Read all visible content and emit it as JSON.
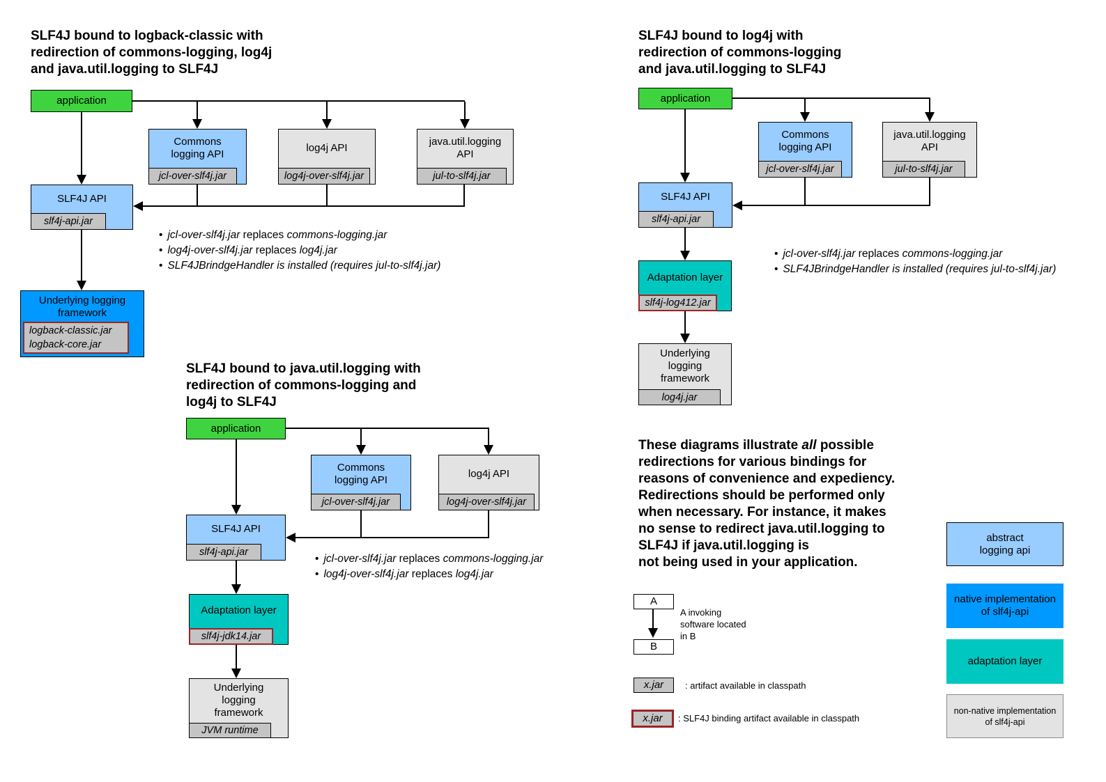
{
  "glyphs": {
    "bullet": "•"
  },
  "colors": {
    "application_green": "#3fd43f",
    "abstract_api_blue": "#99ccff",
    "native_impl_blue": "#0099ff",
    "adaptation_teal": "#00c8c0",
    "framework_gray": "#e3e3e3",
    "jar_gray": "#c4c4c4",
    "binding_border_red": "#9b2423"
  },
  "d1": {
    "title": "SLF4J bound to logback-classic with\nredirection of commons-logging, log4j\nand java.util.logging to SLF4J",
    "application": "application",
    "commons_label": "Commons\nlogging API",
    "commons_jar": "jcl-over-slf4j.jar",
    "log4j_label": "log4j API",
    "log4j_jar": "log4j-over-slf4j.jar",
    "jul_label": "java.util.logging\nAPI",
    "jul_jar": "jul-to-slf4j.jar",
    "slf4j_label": "SLF4J API",
    "slf4j_jar": "slf4j-api.jar",
    "underlying_label": "Underlying logging\nframework",
    "underlying_jar": "logback-classic.jar\nlogback-core.jar",
    "bullets": [
      {
        "a": "jcl-over-slf4j.jar",
        "b": " replaces ",
        "c": "commons-logging.jar"
      },
      {
        "a": "log4j-over-slf4j.jar",
        "b": " replaces ",
        "c": "log4j.jar"
      },
      {
        "a": "SLF4JBrindgeHandler is installed (requires jul-to-slf4j.jar)",
        "b": "",
        "c": ""
      }
    ]
  },
  "d2": {
    "title": "SLF4J bound to log4j with\nredirection of commons-logging\nand java.util.logging to SLF4J",
    "application": "application",
    "commons_label": "Commons\nlogging API",
    "commons_jar": "jcl-over-slf4j.jar",
    "jul_label": "java.util.logging\nAPI",
    "jul_jar": "jul-to-slf4j.jar",
    "slf4j_label": "SLF4J API",
    "slf4j_jar": "slf4j-api.jar",
    "adaptation_label": "Adaptation layer",
    "adaptation_jar": "slf4j-log412.jar",
    "underlying_label": "Underlying\nlogging\nframework",
    "underlying_jar": "log4j.jar",
    "bullets": [
      {
        "a": "jcl-over-slf4j.jar",
        "b": " replaces ",
        "c": "commons-logging.jar"
      },
      {
        "a": "SLF4JBrindgeHandler is installed (requires jul-to-slf4j.jar)",
        "b": "",
        "c": ""
      }
    ]
  },
  "d3": {
    "title": "SLF4J bound to java.util.logging with\nredirection of commons-logging and\nlog4j to SLF4J",
    "application": "application",
    "commons_label": "Commons\nlogging API",
    "commons_jar": "jcl-over-slf4j.jar",
    "log4j_label": "log4j API",
    "log4j_jar": "log4j-over-slf4j.jar",
    "slf4j_label": "SLF4J API",
    "slf4j_jar": "slf4j-api.jar",
    "adaptation_label": "Adaptation layer",
    "adaptation_jar": "slf4j-jdk14.jar",
    "underlying_label": "Underlying\nlogging\nframework",
    "underlying_jar": "JVM runtime",
    "bullets": [
      {
        "a": "jcl-over-slf4j.jar",
        "b": " replaces ",
        "c": "commons-logging.jar"
      },
      {
        "a": "log4j-over-slf4j.jar",
        "b": " replaces ",
        "c": "log4j.jar"
      }
    ]
  },
  "note": {
    "pre": "These diagrams illustrate ",
    "em": "all",
    "post": " possible\nredirections for various bindings for\nreasons of convenience and expediency.\nRedirections should be performed only\nwhen necessary. For instance, it makes\nno sense to redirect java.util.logging to\nSLF4J if java.util.logging is\nnot being used in your application."
  },
  "legend": {
    "box_a": "A",
    "box_b": "B",
    "ab_description": "A invoking\nsoftware located\nin B",
    "xjar": "x.jar",
    "artifact_caption": ": artifact available in classpath",
    "binding_caption": ": SLF4J binding artifact available in classpath",
    "abstract_label": "abstract\nlogging api",
    "native_label": "native implementation\nof slf4j-api",
    "adaptation_label": "adaptation layer",
    "nonnative_label": "non-native implementation\nof slf4j-api"
  }
}
